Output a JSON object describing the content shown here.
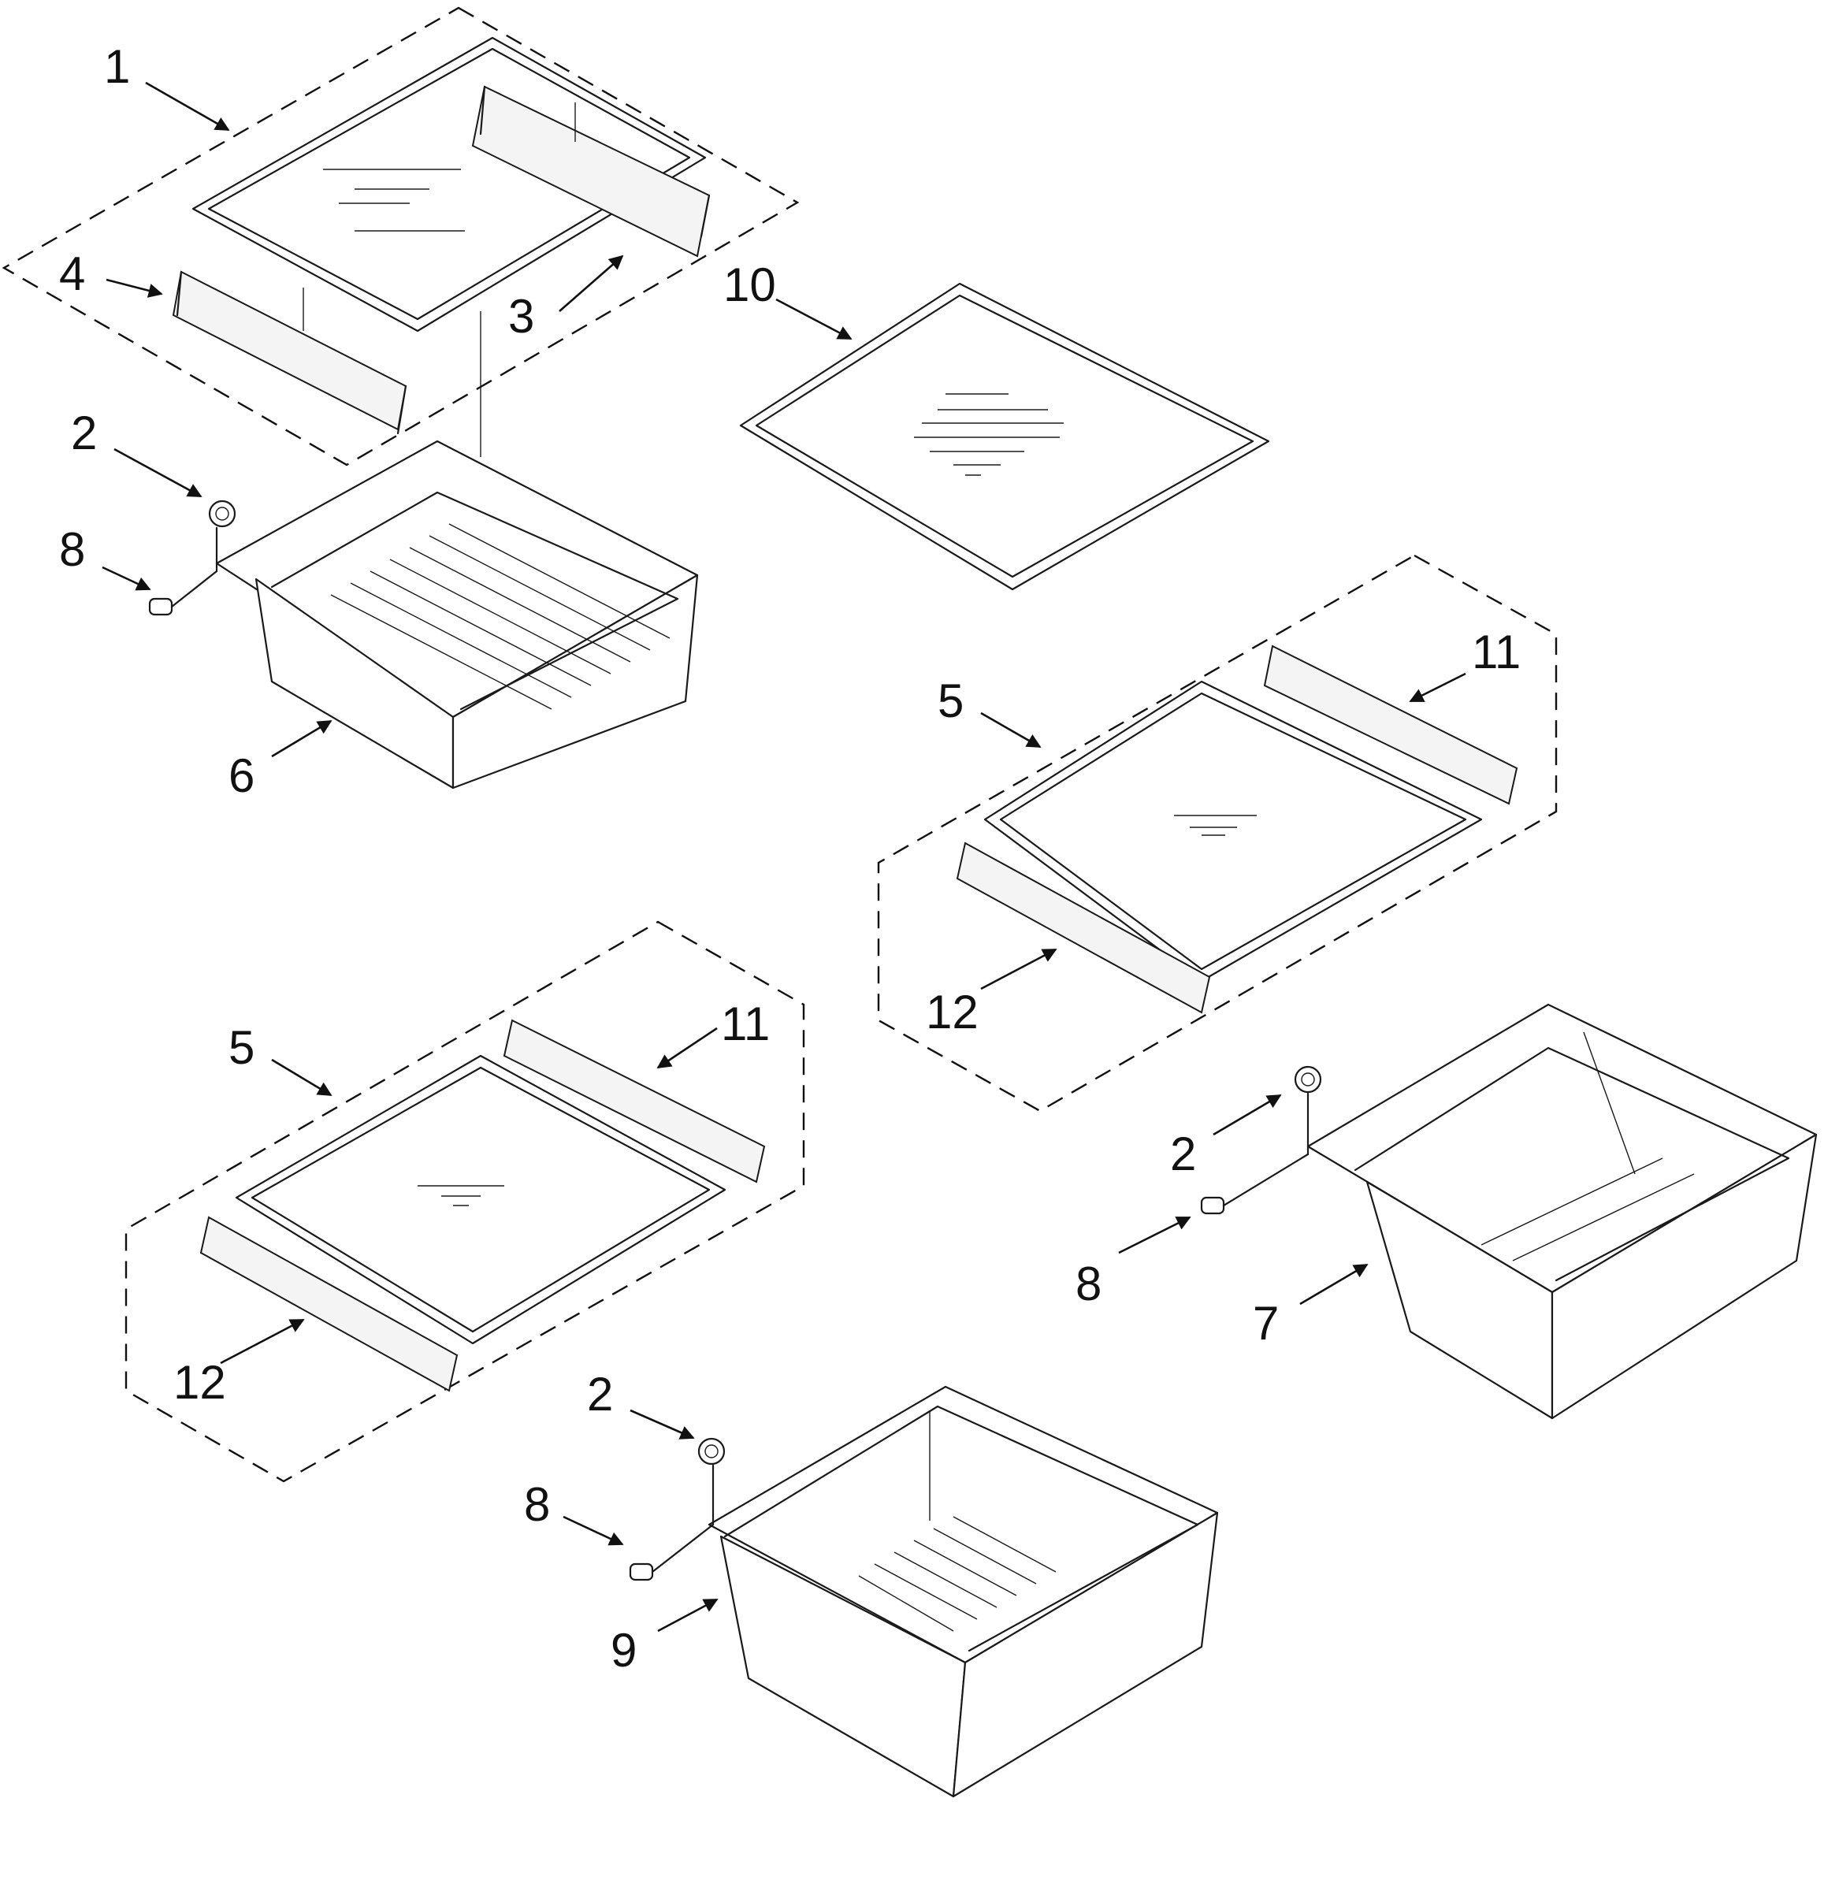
{
  "callouts": {
    "c1": "1",
    "c2a": "2",
    "c2b": "2",
    "c2c": "2",
    "c3": "3",
    "c4": "4",
    "c5a": "5",
    "c5b": "5",
    "c6": "6",
    "c7": "7",
    "c8a": "8",
    "c8b": "8",
    "c8c": "8",
    "c9": "9",
    "c10": "10",
    "c11a": "11",
    "c11b": "11",
    "c12a": "12",
    "c12b": "12"
  }
}
